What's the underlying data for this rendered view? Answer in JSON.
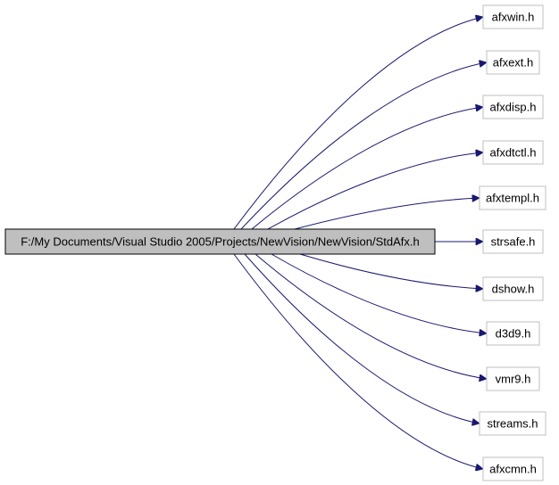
{
  "diagram": {
    "source": {
      "label": "F:/My Documents/Visual Studio 2005/Projects/NewVision/NewVision/StdAfx.h",
      "fill": "#bfbfbf",
      "border": "#000000"
    },
    "includes": [
      {
        "label": "afxwin.h"
      },
      {
        "label": "afxext.h"
      },
      {
        "label": "afxdisp.h"
      },
      {
        "label": "afxdtctl.h"
      },
      {
        "label": "afxtempl.h"
      },
      {
        "label": "strsafe.h"
      },
      {
        "label": "dshow.h"
      },
      {
        "label": "d3d9.h"
      },
      {
        "label": "vmr9.h"
      },
      {
        "label": "streams.h"
      },
      {
        "label": "afxcmn.h"
      }
    ],
    "colors": {
      "edge": "#191970",
      "target_border": "#bfbfbf",
      "target_fill": "#ffffff"
    }
  }
}
